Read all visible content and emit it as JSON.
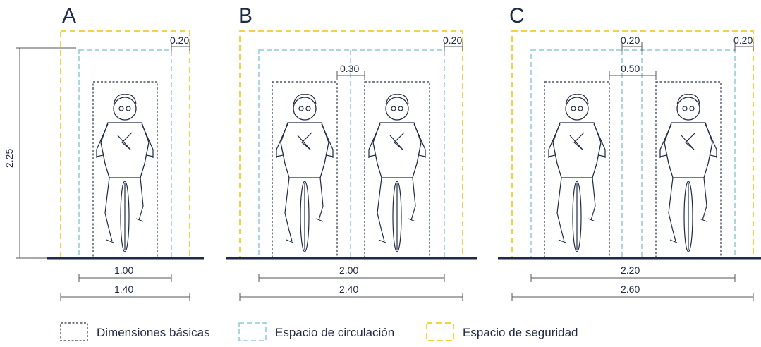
{
  "panels": [
    {
      "letter": "A",
      "dims": {
        "top_right": "0.20",
        "height": "2.25",
        "inner": "1.00",
        "outer": "1.40"
      }
    },
    {
      "letter": "B",
      "dims": {
        "top_right": "0.20",
        "gap": "0.30",
        "inner": "2.00",
        "outer": "2.40"
      }
    },
    {
      "letter": "C",
      "dims": {
        "top_left": "0.20",
        "top_right": "0.20",
        "gap": "0.50",
        "inner": "2.20",
        "outer": "2.60"
      }
    }
  ],
  "legend": [
    {
      "label": "Dimensiones básicas",
      "color": "#2a3550"
    },
    {
      "label": "Espacio de circulación",
      "color": "#8fc9d8"
    },
    {
      "label": "Espacio de seguridad",
      "color": "#f2d24a"
    }
  ]
}
